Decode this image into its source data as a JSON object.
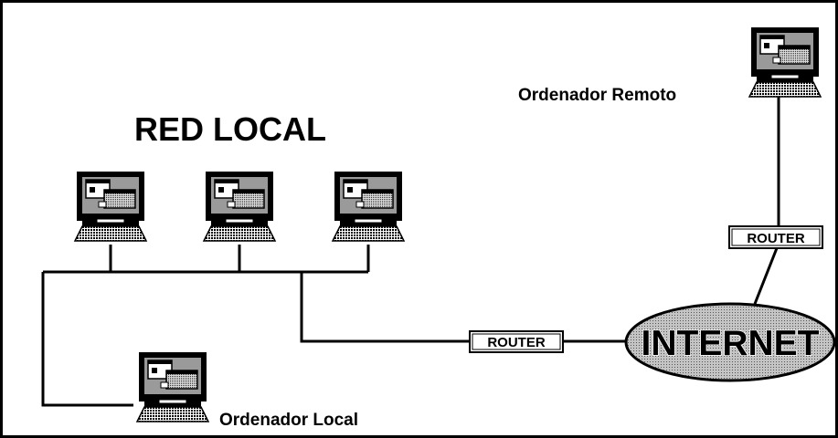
{
  "diagram": {
    "title": "RED LOCAL",
    "local_label": "Ordenador Local",
    "remote_label": "Ordenador Remoto",
    "router_label": "ROUTER",
    "internet_label": "INTERNET"
  },
  "colors": {
    "background": "#ffffff",
    "frame": "#000000",
    "screen": "#9a9a9a",
    "keyboard": "#7a7a7a",
    "internet_fill": "#b8b8b8"
  },
  "icons": {
    "computer": "desktop-computer-icon",
    "router": "router-box",
    "internet": "cloud-ellipse"
  }
}
